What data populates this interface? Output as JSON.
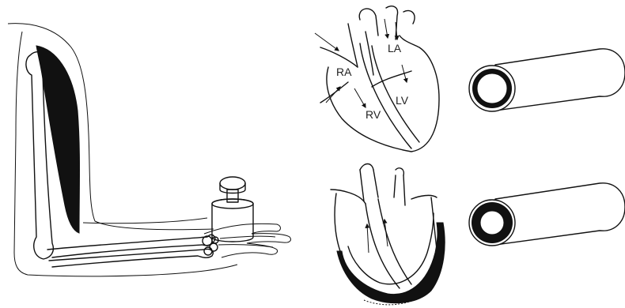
{
  "heart_labels": {
    "ra": "RA",
    "la": "LA",
    "rv": "RV",
    "lv": "LV"
  },
  "colors": {
    "ink": "#111111",
    "muscle": "#111111",
    "background": "#ffffff"
  }
}
